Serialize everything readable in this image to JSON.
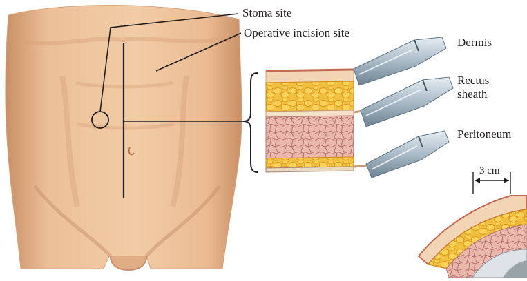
{
  "figure": {
    "labels": {
      "stoma_site": "Stoma site",
      "incision_site": "Operative incision site",
      "dermis": "Dermis",
      "rectus_line1": "Rectus",
      "rectus_line2": "sheath",
      "peritoneum": "Peritoneum",
      "measure": "3 cm"
    },
    "colors": {
      "skin": "#ecc099",
      "skin_shadow": "#c98f66",
      "fat": "#f0c040",
      "fat_cell": "#e39f22",
      "muscle": "#eab8ac",
      "muscle_cell": "#b87873",
      "dermis": "#f1d5b4",
      "line": "#231f20",
      "clamp": "#b3c3cf",
      "clamp_dark": "#5f7382"
    },
    "icons": [
      "incision-line",
      "stoma-circle",
      "brace",
      "forceps-clamp",
      "dimension-arrow"
    ]
  }
}
